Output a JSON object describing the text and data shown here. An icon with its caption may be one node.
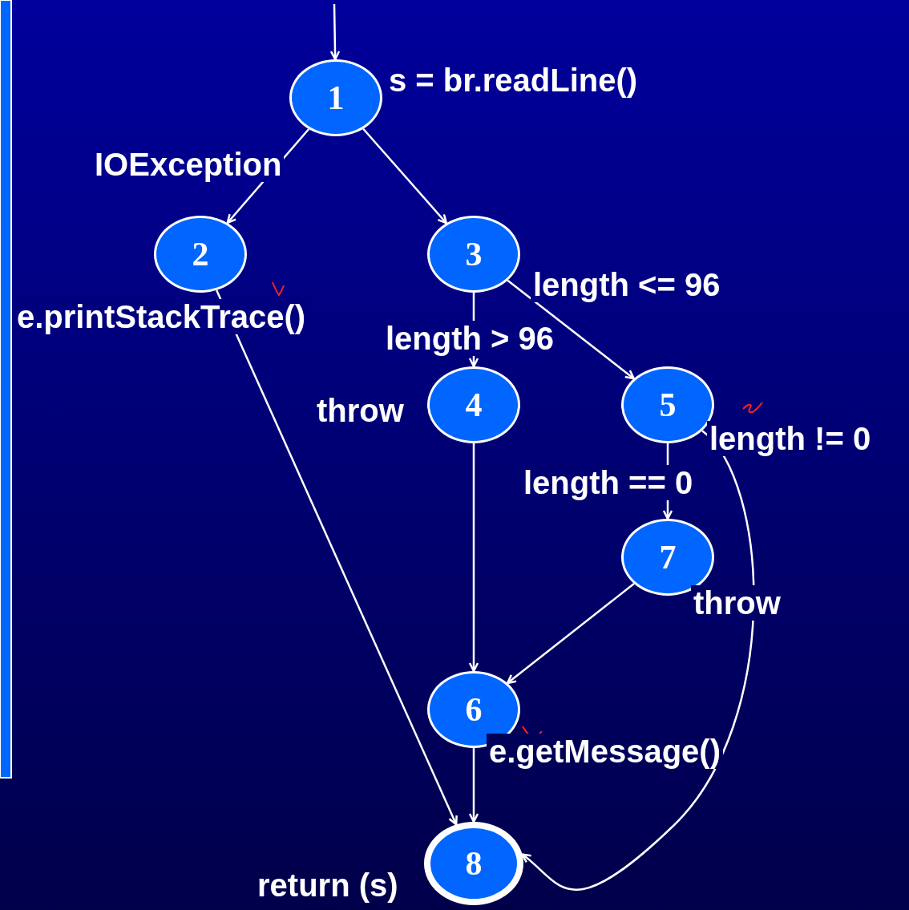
{
  "diagram": {
    "nodes": [
      {
        "text": [
          "1"
        ],
        "beside": [
          "s = br.readLine()"
        ]
      },
      {
        "text": [
          "2"
        ],
        "beside": [
          "e.printStackTrace()"
        ]
      },
      {
        "text": [
          "3"
        ]
      },
      {
        "text": [
          "4"
        ],
        "beside": [
          "throw"
        ]
      },
      {
        "text": [
          "5"
        ]
      },
      {
        "text": [
          "7"
        ],
        "beside": [
          "throw"
        ]
      },
      {
        "text": [
          "6"
        ],
        "beside": [
          "e.getMessage()"
        ]
      },
      {
        "text": [
          "8"
        ],
        "beside": [
          "return (s)"
        ]
      }
    ],
    "edges": [
      {
        "from": null,
        "to": 0,
        "arrow": "to"
      },
      {
        "from": 0,
        "to": 1,
        "arrow": "to",
        "label": "IOException"
      },
      {
        "from": 0,
        "to": 2,
        "arrow": "to"
      },
      {
        "from": 2,
        "to": 3,
        "arrow": "to",
        "label": "length > 96"
      },
      {
        "from": 2,
        "to": 4,
        "arrow": "to",
        "label": "length <= 96"
      },
      {
        "from": 4,
        "to": 5,
        "arrow": "to",
        "label": "length == 0"
      },
      {
        "from": 4,
        "to": 7,
        "arrow": "to",
        "label": "length != 0"
      },
      {
        "from": 1,
        "to": 7,
        "arrow": "to"
      },
      {
        "from": 3,
        "to": 6,
        "arrow": "to"
      },
      {
        "from": 5,
        "to": 6,
        "arrow": "to"
      },
      {
        "from": 6,
        "to": 7,
        "arrow": "to"
      }
    ]
  }
}
